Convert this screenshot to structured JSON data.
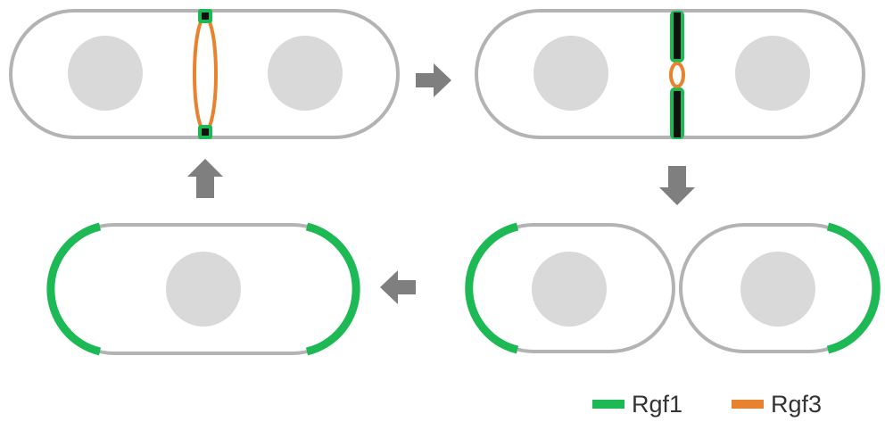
{
  "colors": {
    "rgf1": "#1db954",
    "rgf3": "#e8822e",
    "cell_outline": "#b3b3b3",
    "nucleus": "#d9d9d9",
    "arrow": "#7f7f7f",
    "septum_core": "#111111"
  },
  "legend": {
    "items": [
      {
        "label": "Rgf1",
        "color_key": "rgf1"
      },
      {
        "label": "Rgf3",
        "color_key": "rgf3"
      }
    ]
  },
  "stages": [
    {
      "id": "stage-1",
      "description_shown": ""
    },
    {
      "id": "stage-2",
      "description_shown": ""
    },
    {
      "id": "stage-3",
      "description_shown": ""
    },
    {
      "id": "stage-4",
      "description_shown": ""
    }
  ],
  "arrows": [
    {
      "id": "arrow-right",
      "direction": "right"
    },
    {
      "id": "arrow-down",
      "direction": "down"
    },
    {
      "id": "arrow-left",
      "direction": "left"
    },
    {
      "id": "arrow-up",
      "direction": "up"
    }
  ]
}
